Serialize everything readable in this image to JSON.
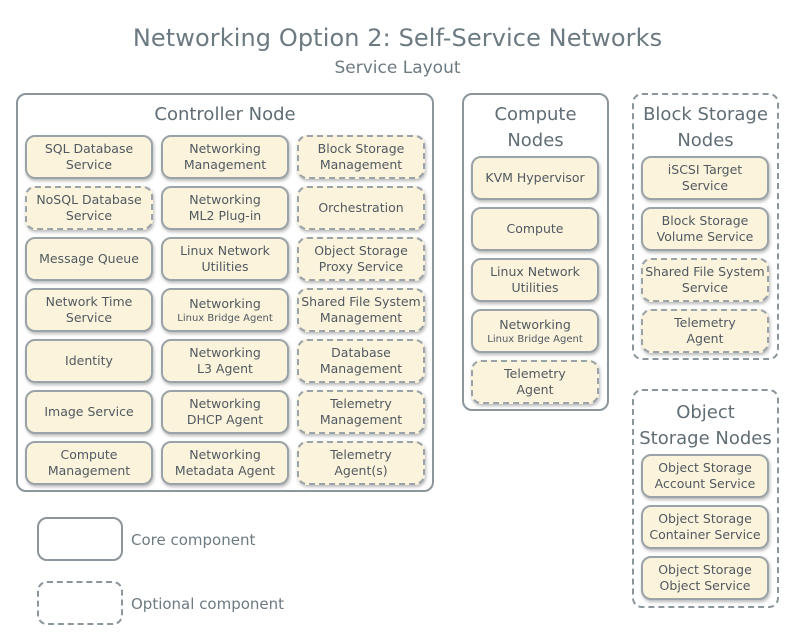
{
  "title": "Networking Option 2: Self-Service Networks",
  "subtitle": "Service Layout",
  "colors": {
    "component_fill": "#fcf3dd",
    "component_border": "#9aa3a7",
    "group_border": "#8a969c",
    "text": "#5d6a72"
  },
  "groups": {
    "controller": {
      "title": "Controller Node",
      "components": [
        {
          "line1": "SQL Database",
          "line2": "Service",
          "optional": false
        },
        {
          "line1": "Networking",
          "line2": "Management",
          "optional": false
        },
        {
          "line1": "Block Storage",
          "line2": "Management",
          "optional": true
        },
        {
          "line1": "NoSQL Database",
          "line2": "Service",
          "optional": true
        },
        {
          "line1": "Networking",
          "line2": "ML2 Plug-in",
          "optional": false
        },
        {
          "line1": "Orchestration",
          "line2": "",
          "optional": true
        },
        {
          "line1": "Message Queue",
          "line2": "",
          "optional": false
        },
        {
          "line1": "Linux Network",
          "line2": "Utilities",
          "optional": false
        },
        {
          "line1": "Object Storage",
          "line2": "Proxy Service",
          "optional": true
        },
        {
          "line1": "Network Time",
          "line2": "Service",
          "optional": false
        },
        {
          "line1": "Networking",
          "line2": "Linux Bridge Agent",
          "optional": false
        },
        {
          "line1": "Shared File System",
          "line2": "Management",
          "optional": true
        },
        {
          "line1": "Identity",
          "line2": "",
          "optional": false
        },
        {
          "line1": "Networking",
          "line2": "L3 Agent",
          "optional": false
        },
        {
          "line1": "Database",
          "line2": "Management",
          "optional": true
        },
        {
          "line1": "Image Service",
          "line2": "",
          "optional": false
        },
        {
          "line1": "Networking",
          "line2": "DHCP Agent",
          "optional": false
        },
        {
          "line1": "Telemetry",
          "line2": "Management",
          "optional": true
        },
        {
          "line1": "Compute",
          "line2": "Management",
          "optional": false
        },
        {
          "line1": "Networking",
          "line2": "Metadata Agent",
          "optional": false
        },
        {
          "line1": "Telemetry",
          "line2": "Agent(s)",
          "optional": true
        }
      ]
    },
    "compute": {
      "title_line1": "Compute",
      "title_line2": "Nodes",
      "components": [
        {
          "line1": "KVM Hypervisor",
          "line2": "",
          "optional": false
        },
        {
          "line1": "Compute",
          "line2": "",
          "optional": false
        },
        {
          "line1": "Linux Network",
          "line2": "Utilities",
          "optional": false
        },
        {
          "line1": "Networking",
          "line2": "Linux Bridge Agent",
          "optional": false
        },
        {
          "line1": "Telemetry",
          "line2": "Agent",
          "optional": true
        }
      ]
    },
    "block_storage": {
      "title_line1": "Block Storage",
      "title_line2": "Nodes",
      "components": [
        {
          "line1": "iSCSI Target",
          "line2": "Service",
          "optional": false
        },
        {
          "line1": "Block Storage",
          "line2": "Volume Service",
          "optional": false
        },
        {
          "line1": "Shared File System",
          "line2": "Service",
          "optional": true
        },
        {
          "line1": "Telemetry",
          "line2": "Agent",
          "optional": true
        }
      ]
    },
    "object_storage": {
      "title_line1": "Object",
      "title_line2": "Storage Nodes",
      "components": [
        {
          "line1": "Object Storage",
          "line2": "Account Service",
          "optional": false
        },
        {
          "line1": "Object Storage",
          "line2": "Container Service",
          "optional": false
        },
        {
          "line1": "Object Storage",
          "line2": "Object Service",
          "optional": false
        }
      ]
    }
  },
  "legend": {
    "core": "Core component",
    "optional": "Optional component"
  }
}
